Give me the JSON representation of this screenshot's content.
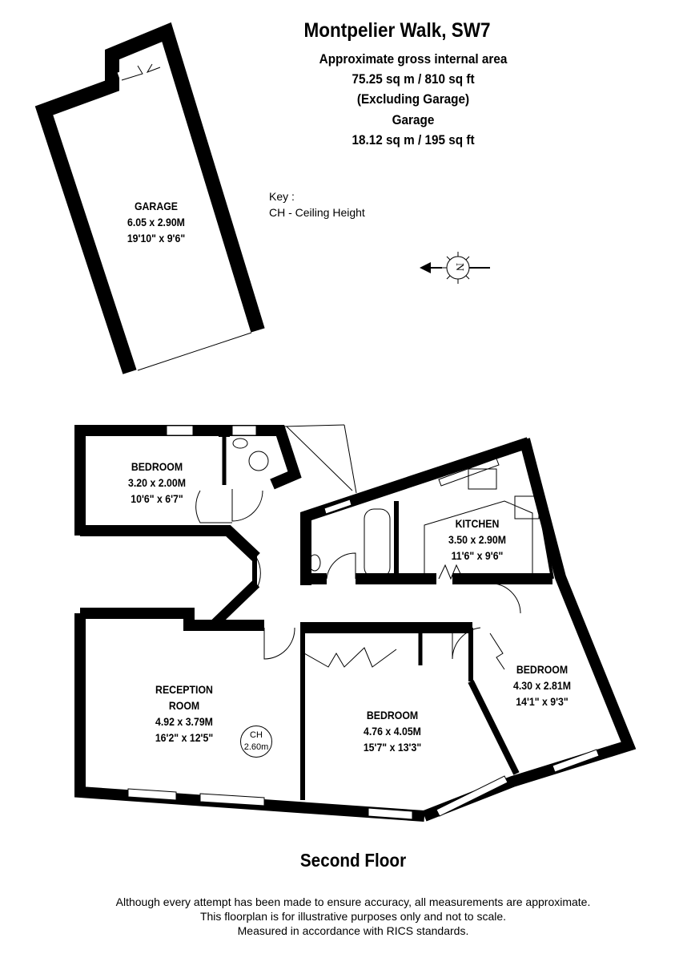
{
  "header": {
    "title": "Montpelier Walk, SW7",
    "area_label": "Approximate gross internal area",
    "area_main": "75.25 sq m / 810 sq ft",
    "area_note": "(Excluding Garage)",
    "garage_label": "Garage",
    "garage_area": "18.12 sq m / 195 sq ft"
  },
  "key": {
    "title": "Key :",
    "entry": "CH - Ceiling Height"
  },
  "compass": {
    "letter": "N"
  },
  "rooms": {
    "garage": {
      "name": "GARAGE",
      "metric": "6.05 x 2.90M",
      "imperial": "19'10\" x 9'6\""
    },
    "bedroom1": {
      "name": "BEDROOM",
      "metric": "3.20 x 2.00M",
      "imperial": "10'6\" x 6'7\""
    },
    "kitchen": {
      "name": "KITCHEN",
      "metric": "3.50 x 2.90M",
      "imperial": "11'6\" x 9'6\""
    },
    "reception": {
      "name": "RECEPTION",
      "name2": "ROOM",
      "metric": "4.92 x 3.79M",
      "imperial": "16'2\" x 12'5\""
    },
    "bedroom2": {
      "name": "BEDROOM",
      "metric": "4.76 x 4.05M",
      "imperial": "15'7\" x 13'3\""
    },
    "bedroom3": {
      "name": "BEDROOM",
      "metric": "4.30 x 2.81M",
      "imperial": "14'1\" x 9'3\""
    }
  },
  "ceiling": {
    "label": "CH",
    "value": "2.60m"
  },
  "floor_label": "Second Floor",
  "disclaimer": [
    "Although every attempt has been made to ensure accuracy, all measurements are approximate.",
    "This floorplan is for illustrative purposes only and not to scale.",
    "Measured in accordance with RICS standards."
  ]
}
